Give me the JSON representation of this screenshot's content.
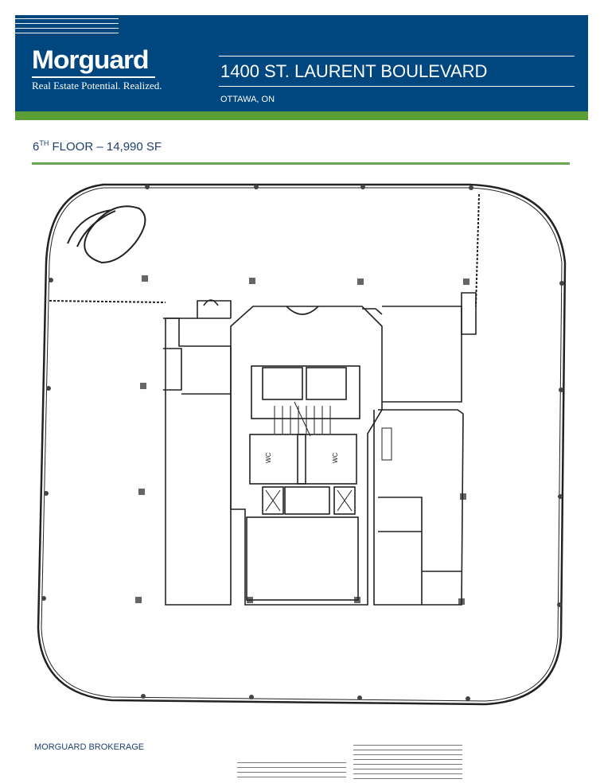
{
  "header": {
    "logo_text": "Morguard",
    "tagline": "Real Estate Potential. Realized.",
    "address": "1400 ST. LAURENT BOULEVARD",
    "city": "OTTAWA, ON",
    "colors": {
      "brand_blue": "#00467f",
      "brand_green": "#5a9e35"
    }
  },
  "floor": {
    "ordinal_number": "6",
    "ordinal_suffix": "TH",
    "title_rest": " FLOOR – 14,990 SF"
  },
  "floor_plan": {
    "labels": [
      "WC",
      "WC"
    ]
  },
  "footer": {
    "company": "MORGUARD BROKERAGE"
  }
}
